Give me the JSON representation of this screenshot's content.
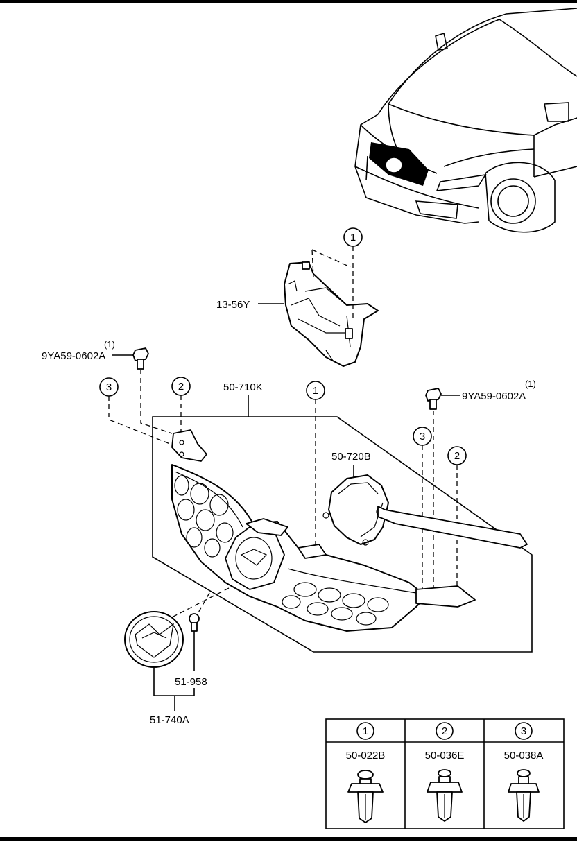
{
  "callouts": {
    "c1_top": "1",
    "c1_mid": "1",
    "c2_left": "2",
    "c2_right": "2",
    "c3_left": "3",
    "c3_right": "3"
  },
  "labels": {
    "bracket": "13-56Y",
    "bolt_left": "9YA59-0602A",
    "bolt_left_qty": "(1)",
    "bolt_right": "9YA59-0602A",
    "bolt_right_qty": "(1)",
    "grille_assembly": "50-710K",
    "cover": "50-720B",
    "emblem_clip": "51-958",
    "emblem": "51-740A"
  },
  "legend_table": {
    "headers": [
      "1",
      "2",
      "3"
    ],
    "parts": [
      "50-022B",
      "50-036E",
      "50-038A"
    ]
  }
}
